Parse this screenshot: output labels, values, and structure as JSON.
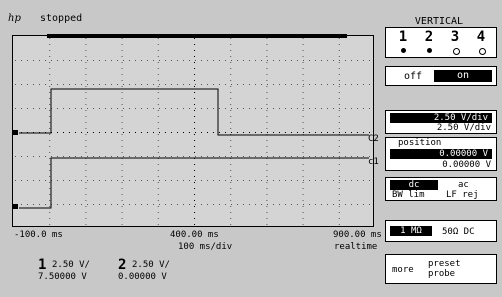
{
  "header": {
    "logo": "hp",
    "status": "stopped"
  },
  "side": {
    "title": "VERTICAL",
    "channels": [
      "1",
      "2",
      "3",
      "4"
    ],
    "off_label": "off",
    "on_label": "on",
    "volts_per_div_selected": "2.50  V/div",
    "volts_per_div_value": "2.50  V/div",
    "position_label": "position",
    "position_selected": "0.00000  V",
    "position_value": "0.00000  V",
    "coupling_dc": "dc",
    "coupling_ac": "ac",
    "bw_lim": "BW lim",
    "lf_rej": "LF rej",
    "impedance_1m": "1 MΩ",
    "impedance_50": "50Ω DC",
    "more_label": "more",
    "preset_label": "preset",
    "probe_label": "probe"
  },
  "scope": {
    "markers": {
      "c2": "C2",
      "c1": "c1"
    },
    "time_left": "-100.0 ms",
    "time_center": "400.00 ms",
    "time_right": "900.00 ms",
    "time_per_div": "100  ms/div",
    "mode": "realtime"
  },
  "readout": {
    "ch1_num": "1",
    "ch1_scale": "2.50  V/",
    "ch1_offset": "7.50000  V",
    "ch2_num": "2",
    "ch2_scale": "2.50  V/",
    "ch2_offset": "0.00000  V"
  }
}
